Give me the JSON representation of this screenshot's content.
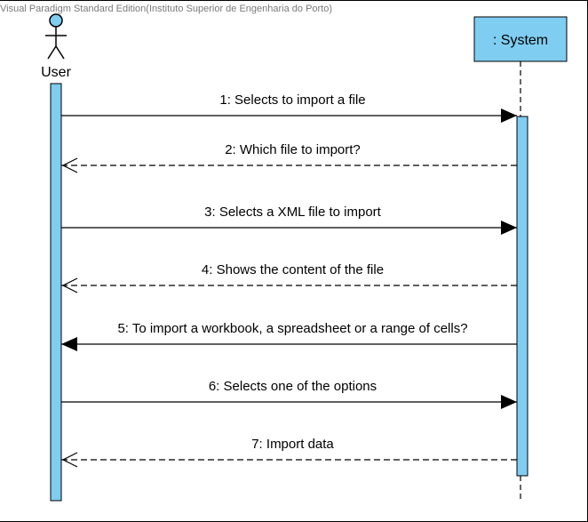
{
  "watermark": "Visual Paradigm Standard Edition(Instituto Superior de Engenharia do Porto)",
  "actor": {
    "name": "User"
  },
  "system": {
    "name": ": System"
  },
  "colors": {
    "activation_fill": "#7fcdf1",
    "system_fill": "#7fcdf1",
    "actor_head": "#7fcdf1",
    "line": "#000000"
  },
  "messages": [
    {
      "label": "1: Selects to import a file",
      "direction": "to_system",
      "style": "sync"
    },
    {
      "label": "2: Which file to import?",
      "direction": "to_actor",
      "style": "return"
    },
    {
      "label": "3: Selects a XML file to import",
      "direction": "to_system",
      "style": "sync"
    },
    {
      "label": "4: Shows the content of the file",
      "direction": "to_actor",
      "style": "return"
    },
    {
      "label": "5: To import a workbook, a spreadsheet or a range of cells?",
      "direction": "to_actor",
      "style": "sync"
    },
    {
      "label": "6: Selects one of the options",
      "direction": "to_system",
      "style": "sync"
    },
    {
      "label": "7: Import data",
      "direction": "to_actor",
      "style": "return"
    }
  ]
}
